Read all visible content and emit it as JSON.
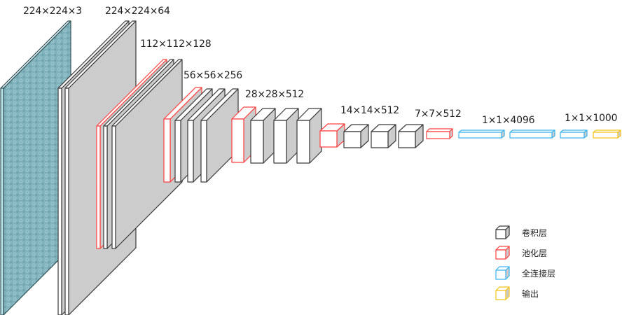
{
  "labels": [
    "224×224×3",
    "224×224×64",
    "112×112×128",
    "56×56×256",
    "28×28×512",
    "14×14×512",
    "7×7×512",
    "1×1×4096",
    "1×1×1000"
  ],
  "layers": [
    "input",
    "conv",
    "conv",
    "pool",
    "conv",
    "conv",
    "pool",
    "conv",
    "conv",
    "conv",
    "pool",
    "conv",
    "conv",
    "conv",
    "pool",
    "conv",
    "conv",
    "conv",
    "pool",
    "fc",
    "fc",
    "fc",
    "output"
  ],
  "legend": [
    {
      "label": "卷积层",
      "type": "conv"
    },
    {
      "label": "池化层",
      "type": "pool"
    },
    {
      "label": "全连接层",
      "type": "fc"
    },
    {
      "label": "输出",
      "type": "output"
    }
  ],
  "colors": {
    "conv": {
      "stroke": "#3a3a3a",
      "front": "#ffffff",
      "top": "#ffffff",
      "side": "#cccccc"
    },
    "pool": {
      "stroke": "#ff4040",
      "front": "#ffffff",
      "top": "#ffffff",
      "side": "#cccccc"
    },
    "fc": {
      "stroke": "#3cb4ee",
      "front": "#ffffff",
      "top": "#ffffff",
      "side": "#cccccc"
    },
    "output": {
      "stroke": "#f5c31c",
      "front": "#ffffff",
      "top": "#ffffff",
      "side": "#cccccc"
    },
    "input": {
      "stroke": "#2f4f55",
      "front": "#bfe6ee",
      "top": "#d8f0f4",
      "side": "#7fb2bb"
    }
  }
}
